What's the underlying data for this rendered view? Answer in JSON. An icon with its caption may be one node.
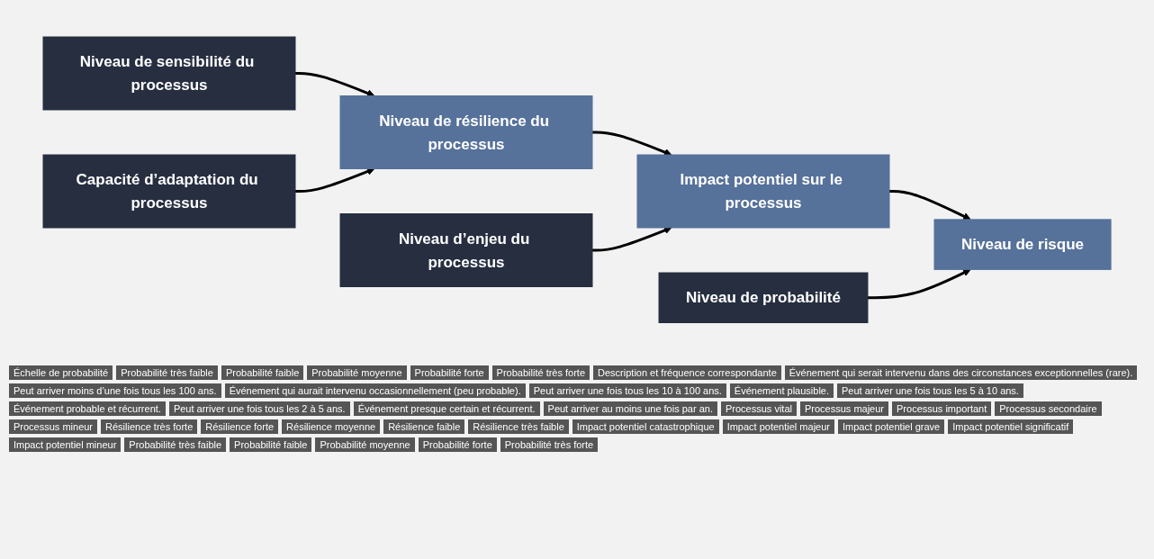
{
  "diagram": {
    "nodes": [
      {
        "text": [
          "Niveau de sensibilité du processus"
        ]
      },
      {
        "text": [
          "Capacité d’adaptation du processus"
        ]
      },
      {
        "text": [
          "Niveau de résilience du processus"
        ]
      },
      {
        "text": [
          "Niveau d’enjeu du processus"
        ]
      },
      {
        "text": [
          "Impact potentiel sur le processus"
        ]
      },
      {
        "text": [
          "Niveau de probabilité"
        ]
      },
      {
        "text": [
          "Niveau de risque"
        ]
      }
    ],
    "edges": [
      {
        "from": 0,
        "to": 2,
        "arrow": "to"
      },
      {
        "from": 1,
        "to": 2,
        "arrow": "to"
      },
      {
        "from": 2,
        "to": 4,
        "arrow": "to"
      },
      {
        "from": 3,
        "to": 4,
        "arrow": "to"
      },
      {
        "from": 4,
        "to": 6,
        "arrow": "to"
      },
      {
        "from": 5,
        "to": 6,
        "arrow": "to"
      }
    ],
    "labels": [
      "Échelle de probabilité",
      "Probabilité très faible",
      "Probabilité faible",
      "Probabilité moyenne",
      "Probabilité forte",
      "Probabilité très forte",
      "Description et fréquence correspondante",
      "Événement qui serait intervenu dans des circonstances exceptionnelles (rare).",
      "Peut arriver moins d’une fois tous les 100 ans.",
      "Événement qui aurait intervenu occasionnellement (peu probable).",
      "Peut arriver une fois tous les 10 à 100 ans.",
      "Événement plausible.",
      "Peut arriver une fois tous les 5 à 10 ans.",
      "Événement probable et récurrent.",
      "Peut arriver une fois tous les 2 à 5 ans.",
      "Événement presque certain et récurrent.",
      "Peut arriver au moins une fois par an.",
      "Processus vital",
      "Processus majeur",
      "Processus important",
      "Processus secondaire",
      "Processus mineur",
      "Résilience très forte",
      "Résilience forte",
      "Résilience moyenne",
      "Résilience faible",
      "Résilience très faible",
      "Impact potentiel catastrophique",
      "Impact potentiel majeur",
      "Impact potentiel grave",
      "Impact potentiel significatif",
      "Impact potentiel mineur",
      "Probabilité très faible",
      "Probabilité faible",
      "Probabilité moyenne",
      "Probabilité forte",
      "Probabilité très forte"
    ]
  }
}
